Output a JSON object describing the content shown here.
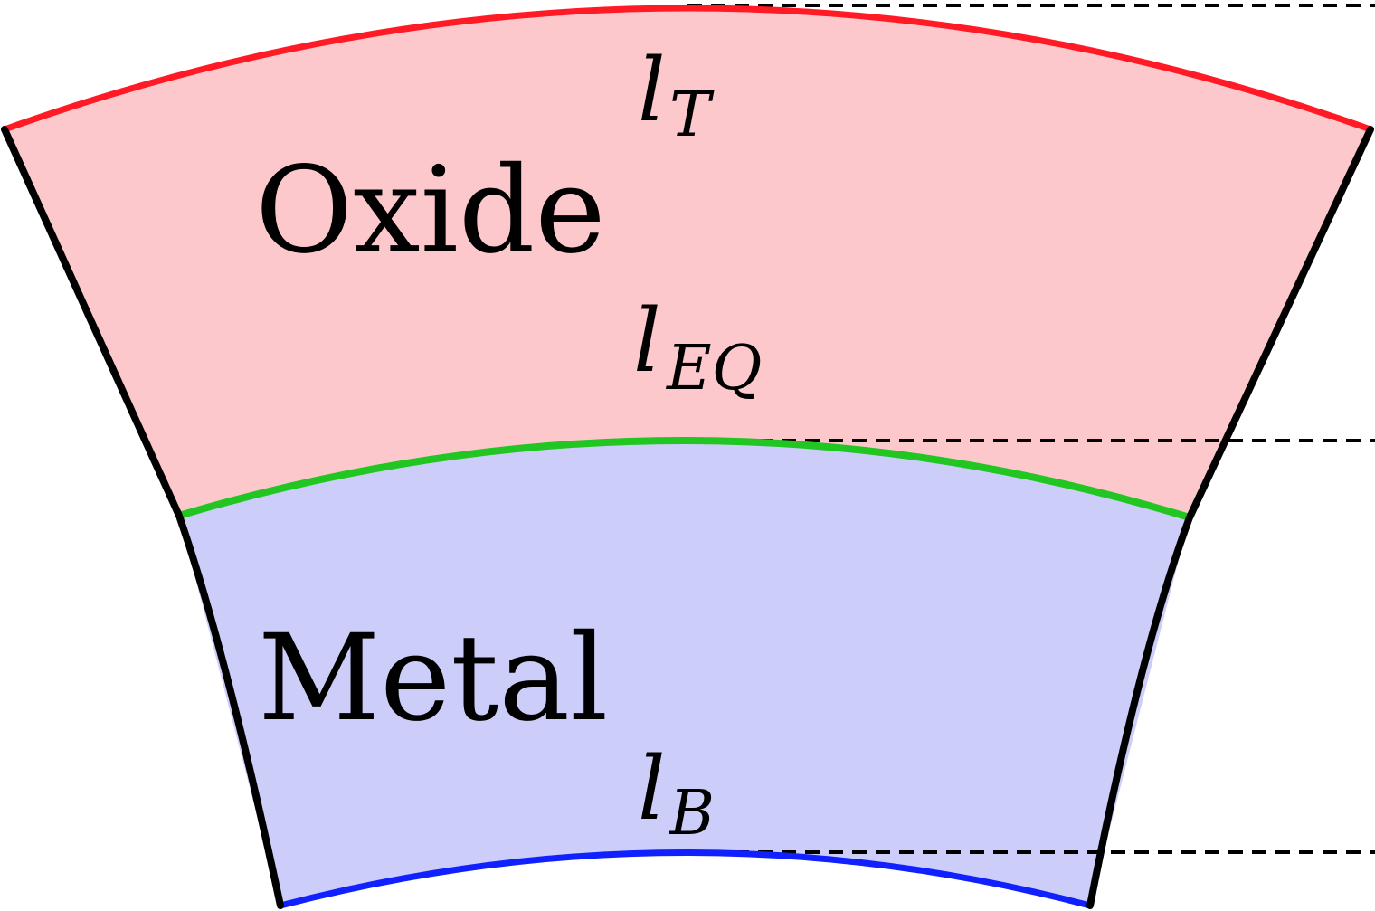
{
  "regions": {
    "oxide": {
      "label": "Oxide",
      "fill_color": "#fcc8cb"
    },
    "metal": {
      "label": "Metal",
      "fill_color": "#cccdf8"
    }
  },
  "boundaries": {
    "top": {
      "symbol": "l",
      "subscript": "T",
      "color": "#ff1a26"
    },
    "equilibrium": {
      "symbol": "l",
      "subscript": "EQ",
      "color": "#22c622"
    },
    "bottom": {
      "symbol": "l",
      "subscript": "B",
      "color": "#1020ff"
    }
  },
  "side_walls": {
    "color": "#000000"
  },
  "reference_lines": {
    "style": "dashed",
    "color": "#000000"
  }
}
